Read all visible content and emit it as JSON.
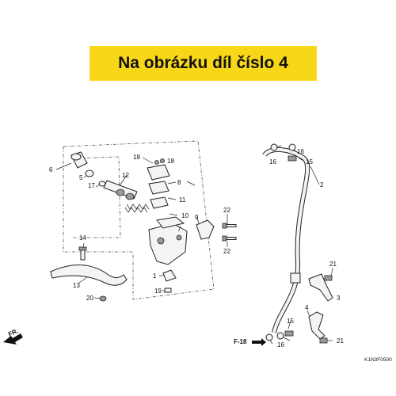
{
  "banner": {
    "text": "Na obrázku díl číslo 4",
    "background": "#f8d718"
  },
  "callouts": {
    "p1": "1",
    "p2": "2",
    "p3": "3",
    "p4": "4",
    "p5": "5",
    "p6": "6",
    "p7": "7",
    "p8": "8",
    "p9": "9",
    "p10": "10",
    "p11": "11",
    "p12": "12",
    "p13": "13",
    "p14": "14",
    "p15a": "15",
    "p15b": "15",
    "p16a": "16",
    "p16b": "16",
    "p16c": "16",
    "p17": "17",
    "p18a": "18",
    "p18b": "18",
    "p19": "19",
    "p20": "20",
    "p21a": "21",
    "p21b": "21",
    "p22a": "22",
    "p22b": "22"
  },
  "front_marker": "FR.",
  "section_ref": "F-18",
  "diagram_code": "K1N3F0500"
}
